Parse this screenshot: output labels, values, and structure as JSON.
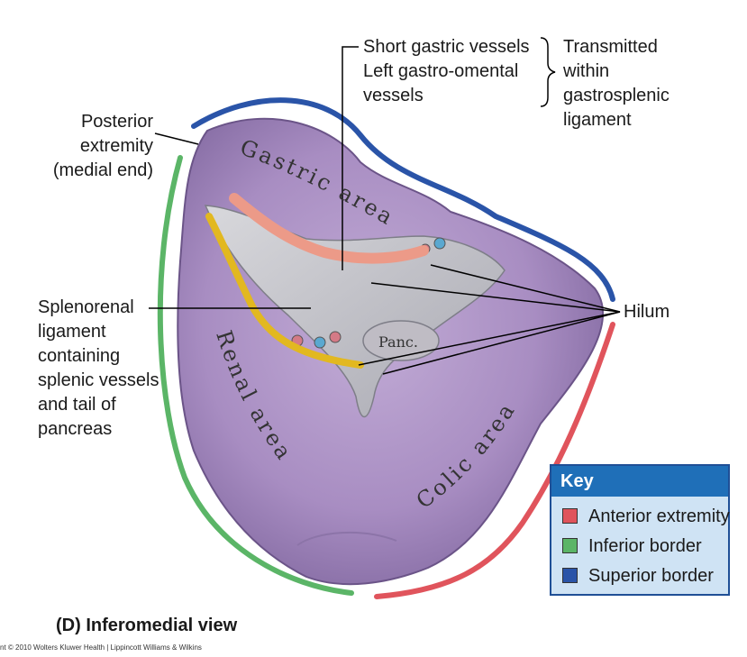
{
  "labels": {
    "posterior_extremity": [
      "Posterior",
      "extremity",
      "(medial end)"
    ],
    "short_gastric": "Short gastric vessels",
    "left_gastro_omental": [
      "Left gastro-omental",
      "vessels"
    ],
    "transmitted": [
      "Transmitted",
      "within",
      "gastrosplenic",
      "ligament"
    ],
    "splenorenal": [
      "Splenorenal",
      "ligament",
      "containing",
      "splenic  vessels",
      "and tail of",
      "pancreas"
    ],
    "hilum": "Hilum",
    "gastric_area": "Gastric area",
    "renal_area": "Renal area",
    "colic_area": "Colic area",
    "panc": "Panc."
  },
  "key": {
    "title": "Key",
    "items": [
      {
        "label": "Anterior extremity",
        "color": "#e0545c"
      },
      {
        "label": "Inferior border",
        "color": "#5bb567"
      },
      {
        "label": "Superior border",
        "color": "#2a54a8"
      }
    ]
  },
  "colors": {
    "spleen": "#a88dc2",
    "spleen_dark": "#7d649c",
    "anterior_extremity": "#e0545c",
    "inferior_border": "#5bb567",
    "superior_border": "#2a54a8",
    "ligament": "#e2b820",
    "gastric_vessels": "#ec9a88"
  },
  "caption": "(D) Inferomedial view",
  "credit": "nt © 2010 Wolters Kluwer Health | Lippincott Williams & Wilkins"
}
